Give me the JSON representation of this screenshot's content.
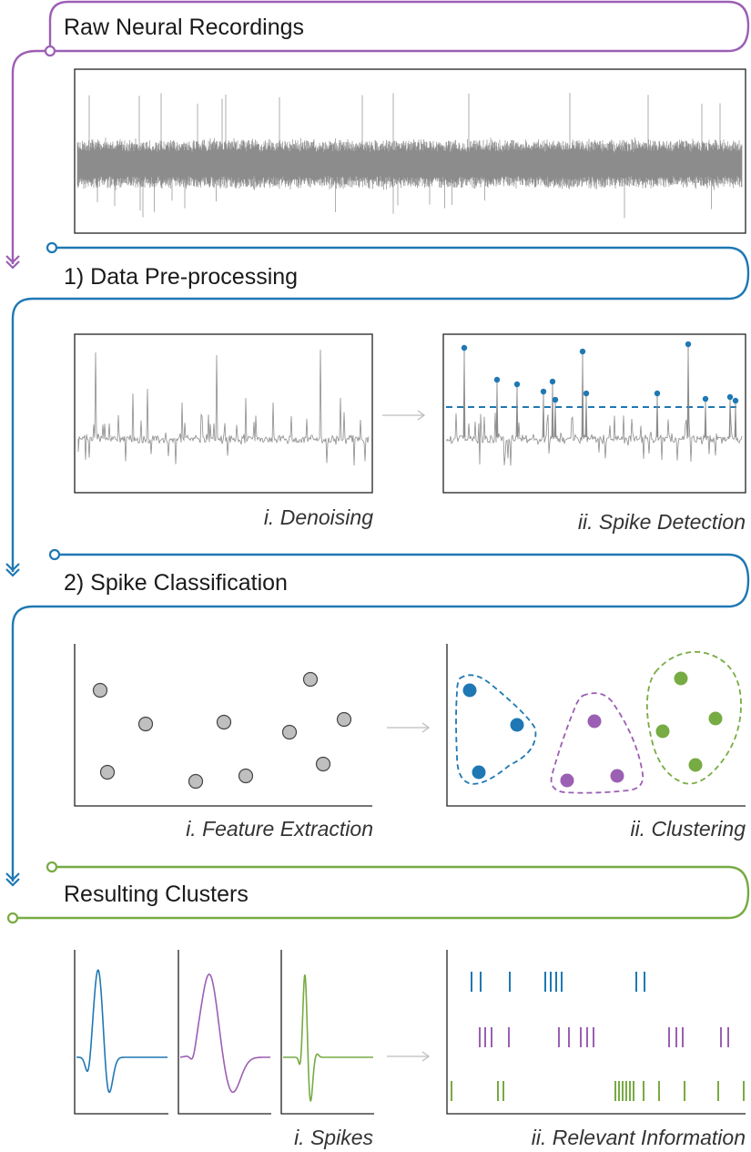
{
  "colors": {
    "purple": "#9b5fb4",
    "blue": "#1f78b4",
    "green": "#77ab43",
    "gray": "#8c8c8c",
    "dot_fill": "#bfbfbf"
  },
  "stages": {
    "raw": {
      "title": "Raw Neural Recordings"
    },
    "preprocessing": {
      "title": "1) Data Pre-processing",
      "step1": "i. Denoising",
      "step2": "ii. Spike Detection"
    },
    "classification": {
      "title": "2) Spike Classification",
      "step1": "i. Feature Extraction",
      "step2": "ii. Clustering"
    },
    "results": {
      "title": "Resulting Clusters",
      "step1": "i. Spikes",
      "step2": "ii. Relevant Information"
    }
  }
}
